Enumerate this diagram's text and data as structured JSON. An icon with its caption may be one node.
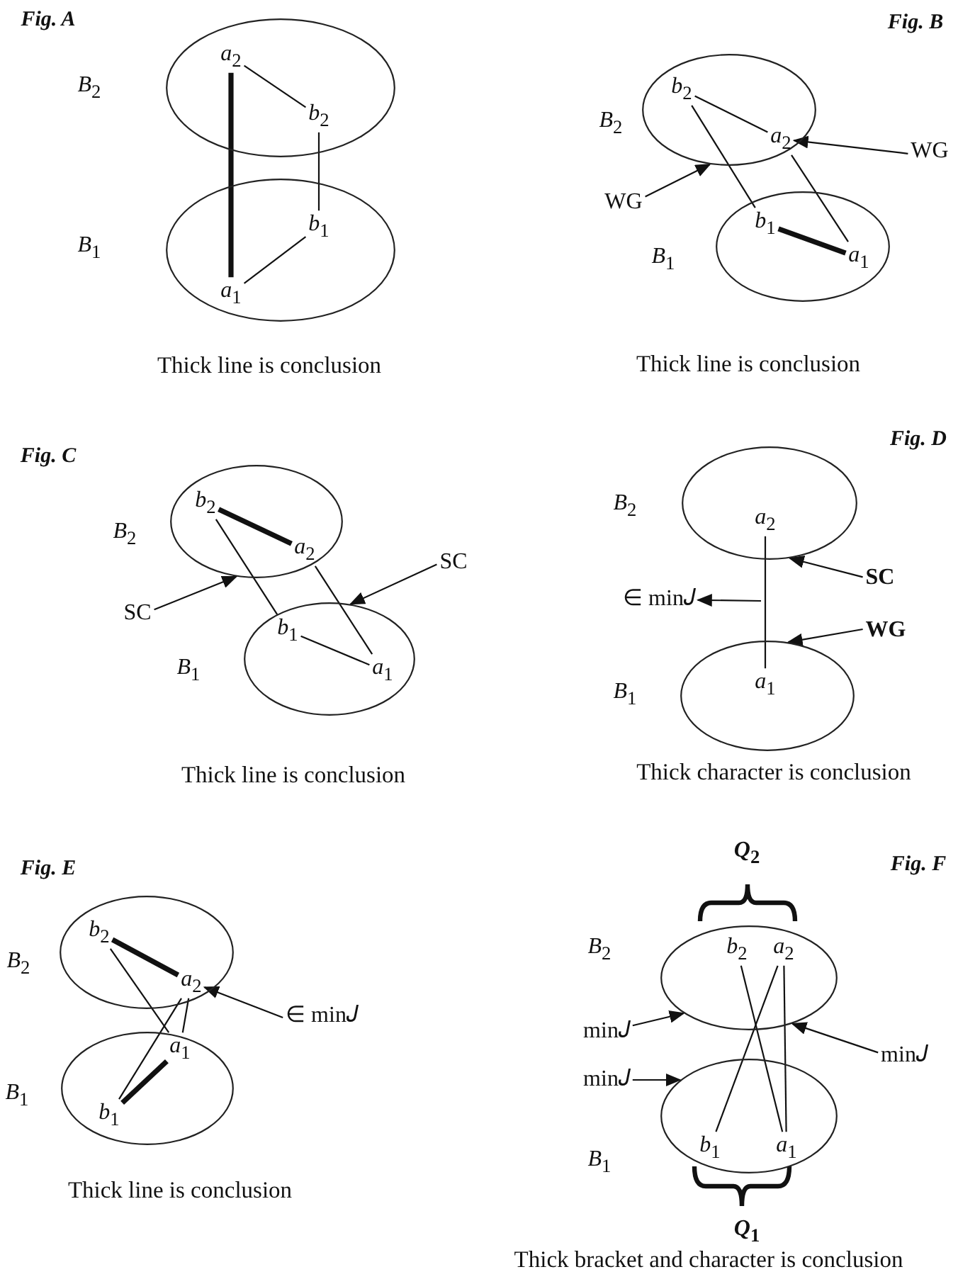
{
  "diagram": {
    "nodes": [
      {
        "text": [],
        "shape": "ellipse",
        "beside": [
          "*B*$_{2}$"
        ]
      },
      {
        "text": [
          "*a*$_{2}$"
        ],
        "in": 0
      },
      {
        "text": [
          "*b*$_{2}$"
        ],
        "in": 0
      },
      {
        "text": [],
        "shape": "ellipse",
        "beside": [
          "*B*$_{1}$"
        ]
      },
      {
        "text": [
          "*b*$_{1}$"
        ],
        "in": 3
      },
      {
        "text": [
          "*a*$_{1}$"
        ],
        "in": 3
      },
      {
        "text": [],
        "shape": "ellipse",
        "beside": [
          "*B*$_{2}$"
        ]
      },
      {
        "text": [
          "*b*$_{2}$"
        ],
        "in": 6
      },
      {
        "text": [
          "*a*$_{2}$"
        ],
        "in": 6
      },
      {
        "text": [
          "WG"
        ]
      },
      {
        "text": [
          "WG"
        ]
      },
      {
        "text": [],
        "shape": "ellipse",
        "beside": [
          "*B*$_{1}$"
        ]
      },
      {
        "text": [
          "*b*$_{1}$"
        ],
        "in": 11
      },
      {
        "text": [
          "*a*$_{1}$"
        ],
        "in": 11
      },
      {
        "text": [],
        "shape": "ellipse",
        "beside": [
          "*B*$_{2}$"
        ]
      },
      {
        "text": [
          "*b*$_{2}$"
        ],
        "in": 14
      },
      {
        "text": [
          "*a*$_{2}$"
        ],
        "in": 14
      },
      {
        "text": [
          "SC"
        ]
      },
      {
        "text": [
          "SC"
        ]
      },
      {
        "text": [],
        "shape": "ellipse",
        "beside": [
          "*B*$_{1}$"
        ]
      },
      {
        "text": [
          "*b*$_{1}$"
        ],
        "in": 19
      },
      {
        "text": [
          "*a*$_{1}$"
        ],
        "in": 19
      },
      {
        "text": [],
        "shape": "ellipse",
        "beside": [
          "*B*$_{2}$"
        ]
      },
      {
        "text": [
          "*a*$_{2}$"
        ],
        "in": 22
      },
      {
        "text": [
          "SC"
        ]
      },
      {
        "text": [
          "∈ min𝐽"
        ]
      },
      {
        "text": [
          "WG"
        ]
      },
      {
        "text": [],
        "shape": "ellipse",
        "beside": [
          "*B*$_{1}$"
        ]
      },
      {
        "text": [
          "*a*$_{1}$"
        ],
        "in": 27
      },
      {
        "text": [],
        "shape": "ellipse",
        "beside": [
          "*B*$_{2}$"
        ]
      },
      {
        "text": [
          "*b*$_{2}$"
        ],
        "in": 29
      },
      {
        "text": [
          "*a*$_{2}$"
        ],
        "in": 29
      },
      {
        "text": [
          "∈ min𝐽"
        ]
      },
      {
        "text": [],
        "shape": "ellipse",
        "beside": [
          "*B*$_{1}$"
        ]
      },
      {
        "text": [
          "*a*$_{1}$"
        ],
        "in": 33
      },
      {
        "text": [
          "*b*$_{1}$"
        ],
        "in": 33
      },
      {
        "text": [],
        "shape": "ellipse",
        "beside": [
          "*B*$_{2}$"
        ]
      },
      {
        "text": [
          "*b*$_{2}$"
        ],
        "in": 36
      },
      {
        "text": [
          "*a*$_{2}$"
        ],
        "in": 36
      },
      {
        "text": [
          "min𝐽"
        ]
      },
      {
        "text": [
          "min𝐽"
        ]
      },
      {
        "text": [
          "min𝐽"
        ]
      },
      {
        "text": [],
        "shape": "ellipse",
        "beside": [
          "*B*$_{1}$"
        ]
      },
      {
        "text": [
          "*b*$_{1}$"
        ],
        "in": 42
      },
      {
        "text": [
          "*a*$_{1}$"
        ],
        "in": 42
      }
    ],
    "edges": [
      {
        "from": 1,
        "to": 2,
        "arrow": "none"
      },
      {
        "from": 1,
        "to": 5,
        "arrow": "none",
        "style": "thick"
      },
      {
        "from": 2,
        "to": 4,
        "arrow": "none"
      },
      {
        "from": 4,
        "to": 5,
        "arrow": "none"
      },
      {
        "from": 7,
        "to": 8,
        "arrow": "none"
      },
      {
        "from": 7,
        "to": 12,
        "arrow": "none"
      },
      {
        "from": 8,
        "to": 13,
        "arrow": "none"
      },
      {
        "from": 12,
        "to": 13,
        "arrow": "none",
        "style": "thick"
      },
      {
        "from": 9,
        "to": 8,
        "arrow": "to"
      },
      {
        "from": 10,
        "to": 6,
        "arrow": "to"
      },
      {
        "from": 15,
        "to": 16,
        "arrow": "none",
        "style": "thick"
      },
      {
        "from": 15,
        "to": 20,
        "arrow": "none"
      },
      {
        "from": 16,
        "to": 21,
        "arrow": "none"
      },
      {
        "from": 20,
        "to": 21,
        "arrow": "none"
      },
      {
        "from": 17,
        "to": 19,
        "arrow": "to"
      },
      {
        "from": 18,
        "to": 14,
        "arrow": "to"
      },
      {
        "from": 23,
        "to": 28,
        "arrow": "none"
      },
      {
        "from": 24,
        "to": 22,
        "arrow": "to"
      },
      {
        "from": null,
        "to": 25,
        "arrow": "to"
      },
      {
        "from": 26,
        "to": 27,
        "arrow": "to"
      },
      {
        "from": 30,
        "to": 31,
        "arrow": "none",
        "style": "thick"
      },
      {
        "from": 30,
        "to": 34,
        "arrow": "none"
      },
      {
        "from": 35,
        "to": 31,
        "arrow": "none"
      },
      {
        "from": 31,
        "to": 34,
        "arrow": "none"
      },
      {
        "from": 35,
        "to": 34,
        "arrow": "none",
        "style": "thick"
      },
      {
        "from": 32,
        "to": 31,
        "arrow": "to"
      },
      {
        "from": 37,
        "to": 44,
        "arrow": "none"
      },
      {
        "from": 38,
        "to": 43,
        "arrow": "none"
      },
      {
        "from": 38,
        "to": 44,
        "arrow": "none"
      },
      {
        "from": 39,
        "to": 36,
        "arrow": "to"
      },
      {
        "from": 40,
        "to": 36,
        "arrow": "to"
      },
      {
        "from": 41,
        "to": 42,
        "arrow": "to"
      }
    ],
    "labels": [
      "Fig. A",
      "Fig. B",
      "Thick line is conclusion",
      "Thick line is conclusion",
      "Fig. C",
      "Fig. D",
      "Thick line is conclusion",
      "Thick character is conclusion",
      "Fig. E",
      "*Q*$_{2}$",
      "Fig. F",
      "Thick line is conclusion",
      "*Q*$_{1}$",
      "Thick bracket and character is conclusion"
    ]
  }
}
